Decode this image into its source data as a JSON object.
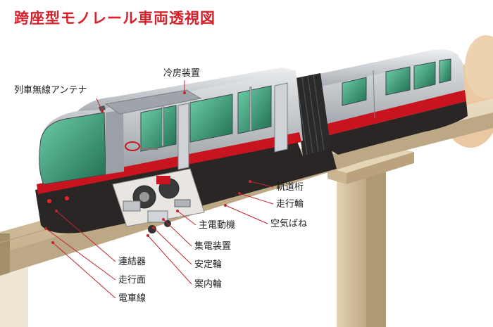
{
  "title": "跨座型モノレール車両透視図",
  "colors": {
    "title": "#d6202a",
    "leader": "#c0262e",
    "body_silver": "#b8bcc1",
    "stripe_red": "#c8141e",
    "skirt_black": "#2a2626",
    "window_green": "#2f8f6c",
    "beam_concrete": "#d9c7a7"
  },
  "labels": {
    "antenna": "列車無線アンテナ",
    "aircon": "冷房装置",
    "track_beam": "軌道桁",
    "running_wheel": "走行輪",
    "air_spring": "空気ばね",
    "traction_motor": "主電動機",
    "current_collector": "集電装置",
    "stabilizing_wheel": "安定輪",
    "guide_wheel": "案内輪",
    "coupler": "連結器",
    "running_surface": "走行面",
    "trolley_wire": "電車線"
  }
}
